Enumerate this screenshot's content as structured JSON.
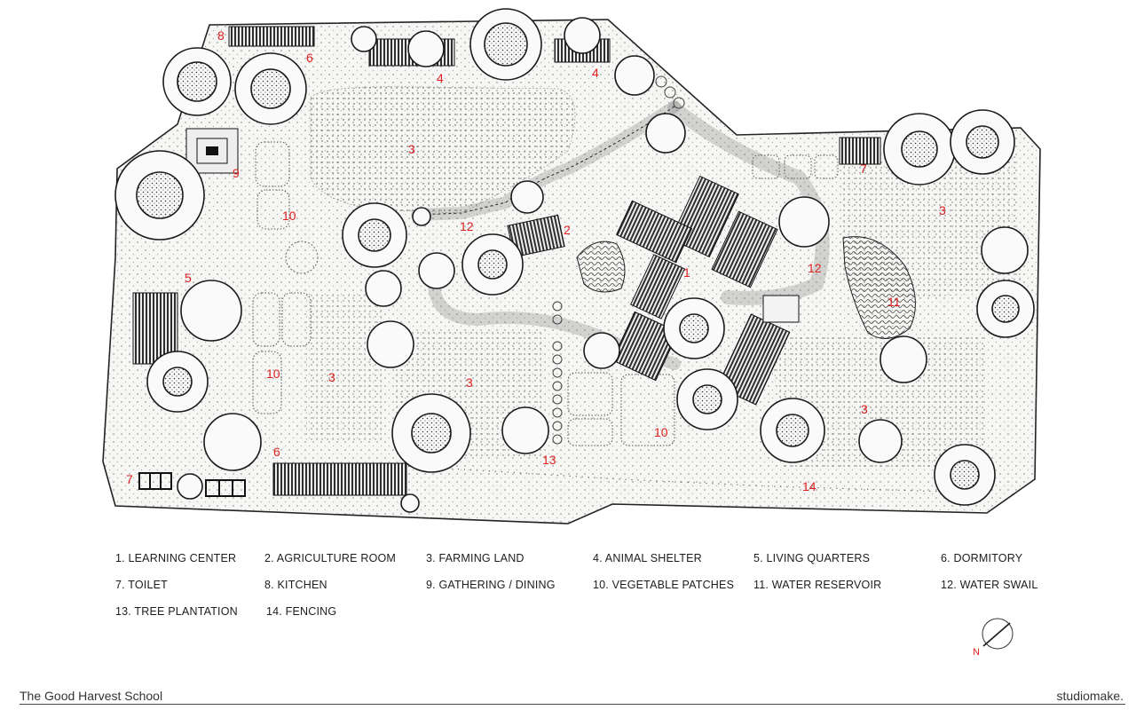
{
  "title": "The Good Harvest School",
  "credit": "studiomake.",
  "north_label": "N",
  "plan_numbers": [
    {
      "id": "n8a",
      "text": "8"
    },
    {
      "id": "n6a",
      "text": "6"
    },
    {
      "id": "n4a",
      "text": "4"
    },
    {
      "id": "n4b",
      "text": "4"
    },
    {
      "id": "n3a",
      "text": "3"
    },
    {
      "id": "n9",
      "text": "9"
    },
    {
      "id": "n10a",
      "text": "10"
    },
    {
      "id": "n12a",
      "text": "12"
    },
    {
      "id": "n2",
      "text": "2"
    },
    {
      "id": "n7a",
      "text": "7"
    },
    {
      "id": "n3b",
      "text": "3"
    },
    {
      "id": "n1",
      "text": "1"
    },
    {
      "id": "n12b",
      "text": "12"
    },
    {
      "id": "n11",
      "text": "11"
    },
    {
      "id": "n5",
      "text": "5"
    },
    {
      "id": "n10b",
      "text": "10"
    },
    {
      "id": "n3c",
      "text": "3"
    },
    {
      "id": "n3d",
      "text": "3"
    },
    {
      "id": "n10c",
      "text": "10"
    },
    {
      "id": "n3e",
      "text": "3"
    },
    {
      "id": "n6b",
      "text": "6"
    },
    {
      "id": "n13",
      "text": "13"
    },
    {
      "id": "n7b",
      "text": "7"
    },
    {
      "id": "n14",
      "text": "14"
    }
  ],
  "legend": [
    {
      "num": "1",
      "label": "1. LEARNING CENTER"
    },
    {
      "num": "2",
      "label": "2. AGRICULTURE ROOM"
    },
    {
      "num": "3",
      "label": "3. FARMING LAND"
    },
    {
      "num": "4",
      "label": "4. ANIMAL SHELTER"
    },
    {
      "num": "5",
      "label": "5. LIVING QUARTERS"
    },
    {
      "num": "6",
      "label": "6. DORMITORY"
    },
    {
      "num": "7",
      "label": "7. TOILET"
    },
    {
      "num": "8",
      "label": "8. KITCHEN"
    },
    {
      "num": "9",
      "label": "9. GATHERING / DINING"
    },
    {
      "num": "10",
      "label": "10. VEGETABLE PATCHES"
    },
    {
      "num": "11",
      "label": "11. WATER RESERVOIR"
    },
    {
      "num": "12",
      "label": "12. WATER SWAIL"
    },
    {
      "num": "13",
      "label": "13. TREE PLANTATION"
    },
    {
      "num": "14",
      "label": "14. FENCING"
    }
  ],
  "colors": {
    "ink": "#1a1a1a",
    "number_red": "#e02020",
    "ground": "#f4f4f2",
    "roof": "#3a3a3a"
  }
}
